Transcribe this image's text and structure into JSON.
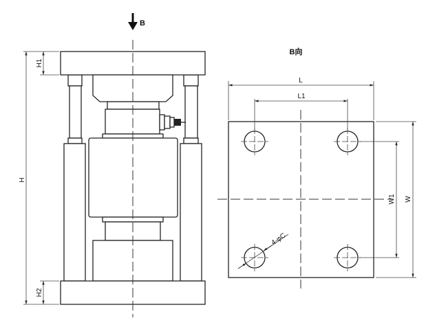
{
  "front_view": {
    "view_arrow_label": "B",
    "dim_height": "H",
    "dim_top_plate": "H1",
    "dim_bottom_plate": "H2"
  },
  "bottom_view": {
    "title": "B向",
    "dim_length": "L",
    "dim_hole_spacing_length": "L1",
    "dim_width": "W",
    "dim_hole_spacing_width": "W1",
    "hole_callout": "4-φC"
  }
}
